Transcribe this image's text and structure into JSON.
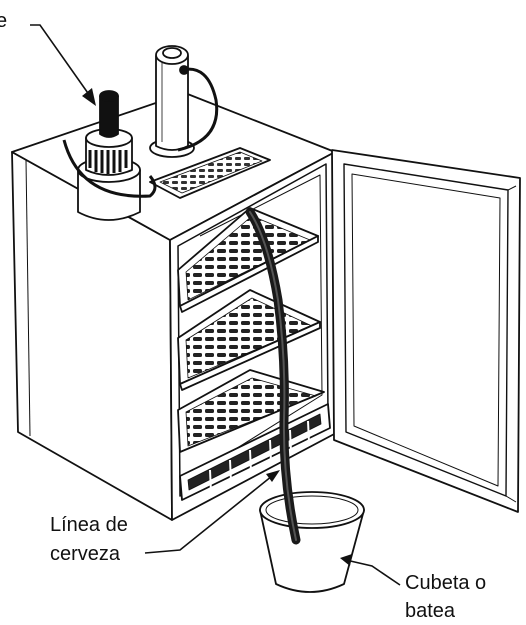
{
  "labels": {
    "top_fragment": "e",
    "beer_line_line1": "Línea de",
    "beer_line_line2": "cerveza",
    "bucket_line1": "Cubeta o",
    "bucket_line2": "batea"
  },
  "colors": {
    "stroke": "#111111",
    "fill": "#ffffff",
    "hose": "#1a1a1a"
  },
  "icons": {
    "co2-regulator": "regulator-icon",
    "tap-tower": "tower-icon"
  }
}
